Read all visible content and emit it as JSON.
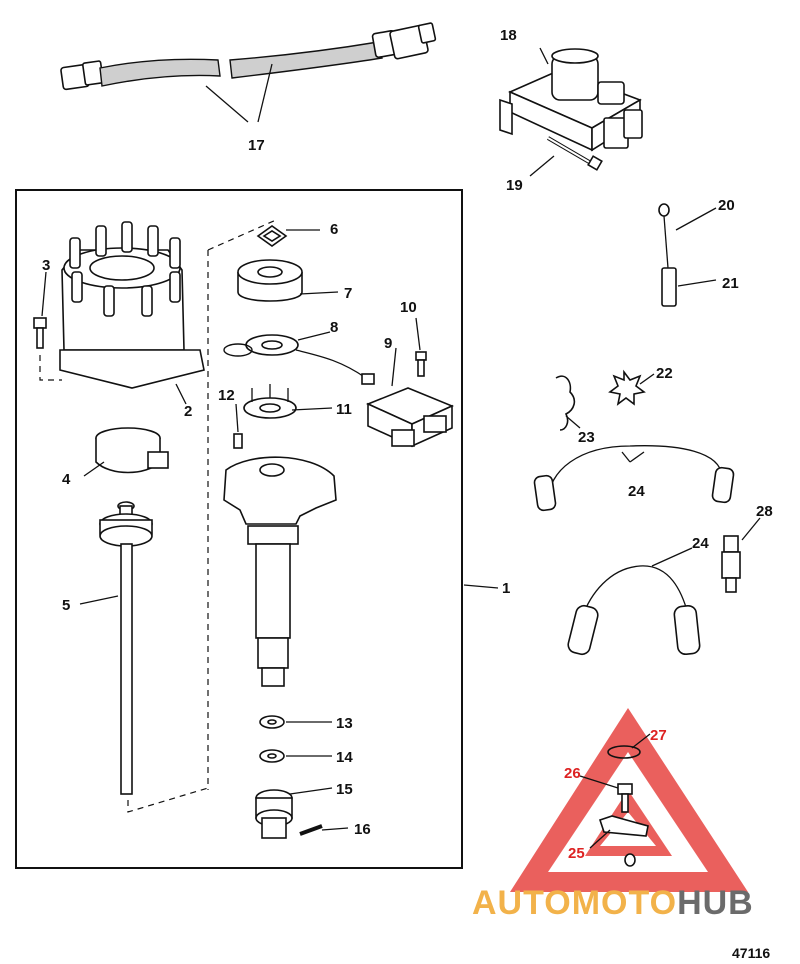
{
  "diagram": {
    "callouts": {
      "c1": "1",
      "c2": "2",
      "c3": "3",
      "c4": "4",
      "c5": "5",
      "c6": "6",
      "c7": "7",
      "c8": "8",
      "c9": "9",
      "c10": "10",
      "c11": "11",
      "c12": "12",
      "c13": "13",
      "c14": "14",
      "c15": "15",
      "c16": "16",
      "c17": "17",
      "c18": "18",
      "c19": "19",
      "c20": "20",
      "c21": "21",
      "c22": "22",
      "c23": "23",
      "c24a": "24",
      "c24b": "24",
      "c25": "25",
      "c26": "26",
      "c27": "27",
      "c28": "28"
    },
    "figure_number": "47116"
  },
  "watermark": {
    "part_a": "AUTOMOTO",
    "part_b": "HUB",
    "triangle_color": "#e53935",
    "accent_color": "#f2b24a"
  }
}
